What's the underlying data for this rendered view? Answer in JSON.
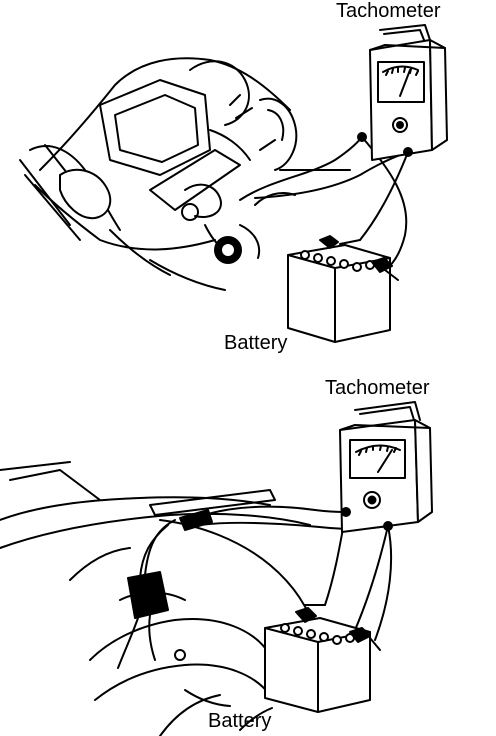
{
  "figure": {
    "panels": [
      {
        "tachometer_label": "Tachometer",
        "battery_label": "Battery"
      },
      {
        "tachometer_label": "Tachometer",
        "battery_label": "Battery"
      }
    ]
  },
  "colors": {
    "ink": "#000000",
    "paper": "#ffffff"
  }
}
